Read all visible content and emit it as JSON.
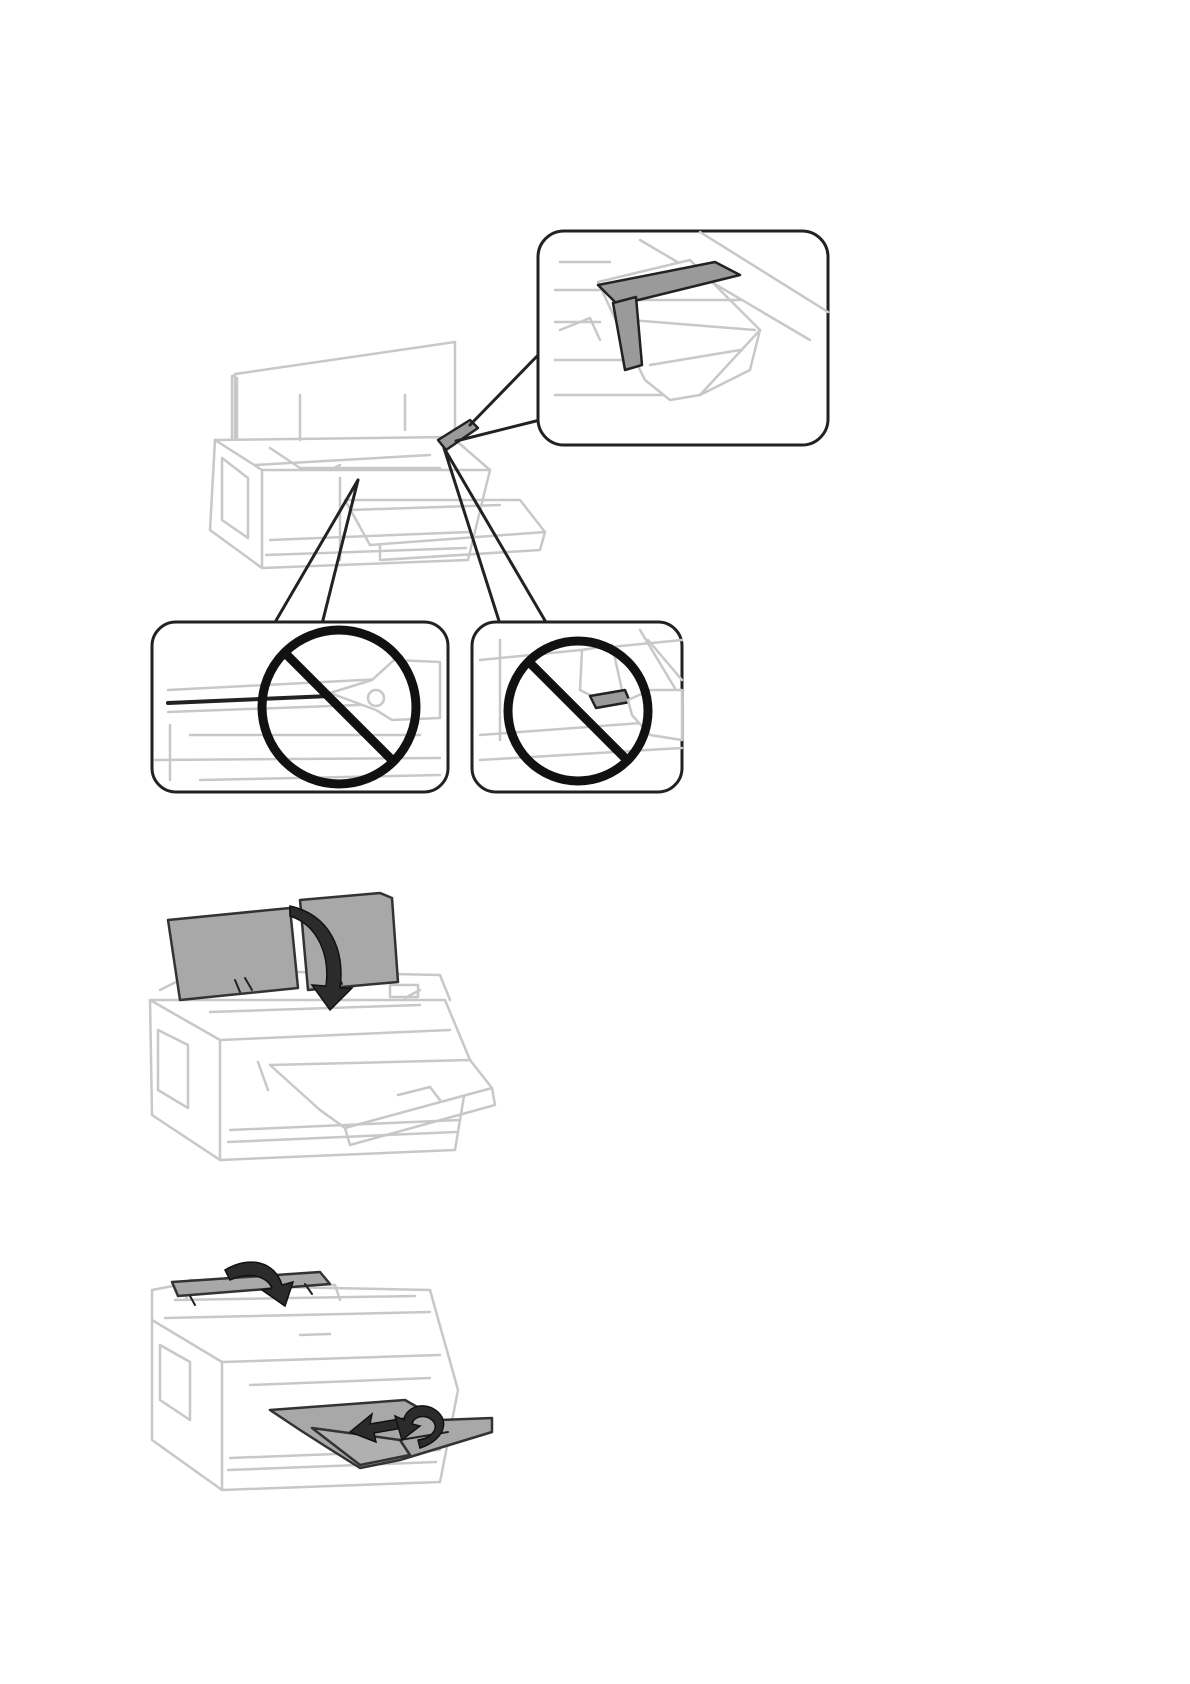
{
  "figures": [
    {
      "name": "figure-protective-tape",
      "icon": "printer-tape-callout-illustration"
    },
    {
      "name": "figure-close-cover",
      "icon": "printer-close-cover-illustration"
    },
    {
      "name": "figure-close-tray",
      "icon": "printer-close-tray-illustration"
    }
  ],
  "callouts": {
    "tape": {
      "icon": "tape-closeup"
    },
    "left": {
      "icon": "no-touch-icon"
    },
    "right": {
      "icon": "no-touch-icon"
    }
  }
}
